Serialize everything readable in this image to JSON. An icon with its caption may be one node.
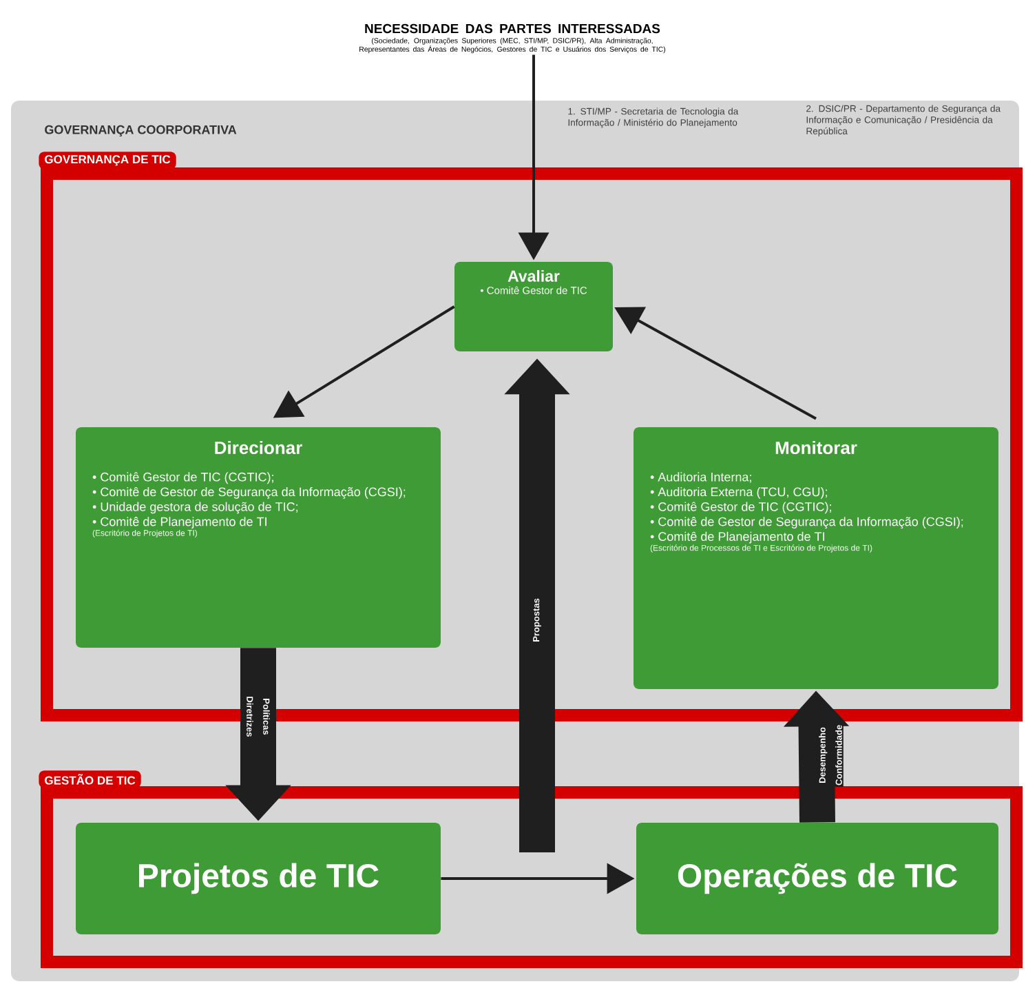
{
  "diagram": {
    "nodes": [
      {
        "text": [
          "NECESSIDADE DAS PARTES INTERESSADAS",
          "(Sociedade, Organizações Superiores (MEC, STI/MP, DSIC/PR), Alta Administração, Representantes das Áreas de Negócios, Gestores de TIC e Usuários dos Serviços de TIC)"
        ]
      },
      {
        "text": [
          "GOVERNANÇA COORPORATIVA"
        ]
      },
      {
        "text": [
          "GOVERNANÇA DE TIC"
        ],
        "in": 1
      },
      {
        "text": [
          "Avaliar",
          "• Comitê Gestor de TIC"
        ],
        "in": 2
      },
      {
        "text": [
          "Direcionar",
          "• Comitê Gestor de TIC (CGTIC);",
          "• Comitê de Gestor de Segurança da Informação (CGSI);",
          "• Unidade gestora de solução de TIC;",
          "• Comitê de Planejamento de TI",
          "(Escritório de Projetos de TI)"
        ],
        "in": 2
      },
      {
        "text": [
          "Monitorar",
          "• Auditoria Interna;",
          "• Auditoria Externa (TCU, CGU);",
          "• Comitê Gestor de TIC (CGTIC);",
          "• Comitê de Gestor de Segurança da Informação (CGSI);",
          "• Comitê de Planejamento de TI",
          "(Escritório de Processos de TI e Escritório de Projetos de TI)"
        ],
        "in": 2
      },
      {
        "text": [
          "GESTÃO DE TIC"
        ],
        "in": 1
      },
      {
        "text": [
          "Projetos de TIC"
        ],
        "in": 6
      },
      {
        "text": [
          "Operações de TIC"
        ],
        "in": 6
      }
    ],
    "edges": [
      {
        "from": 0,
        "to": 3,
        "arrow": "to"
      },
      {
        "from": 3,
        "to": 4,
        "arrow": "to"
      },
      {
        "from": 5,
        "to": 3,
        "arrow": "to"
      },
      {
        "from": 4,
        "to": 7,
        "arrow": "to",
        "label": "Políticas Diretrizes",
        "style": "thick"
      },
      {
        "from": 6,
        "to": 3,
        "arrow": "to",
        "label": "Propostas",
        "style": "thick"
      },
      {
        "from": 7,
        "to": 8,
        "arrow": "to"
      },
      {
        "from": 8,
        "to": 5,
        "arrow": "to",
        "label": "Desempenho Conformidade",
        "style": "thick"
      }
    ],
    "labels": [
      "1. STI/MP - Secretaria de Tecnologia da Informação / Ministério do Planejamento",
      "2. DSIC/PR - Departamento de Segurança da Informação e Comunicação / Presidência da República"
    ]
  }
}
